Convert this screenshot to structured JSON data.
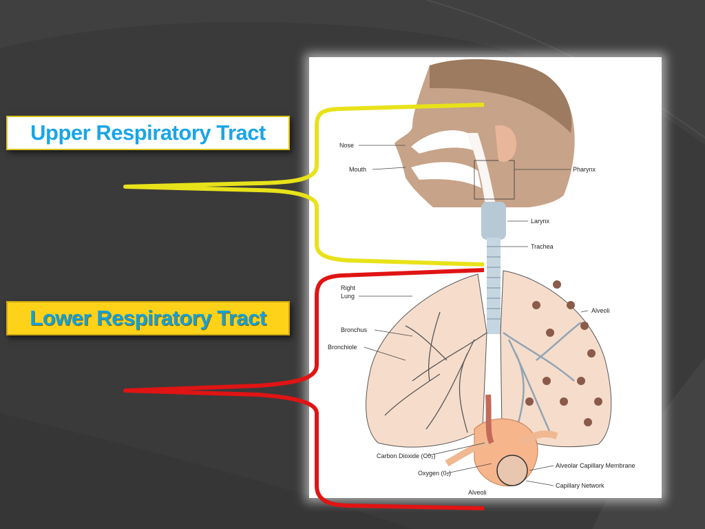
{
  "labels": {
    "upper": "Upper Respiratory Tract",
    "lower": "Lower Respiratory Tract"
  },
  "diagram_labels": {
    "nose": "Nose",
    "mouth": "Mouth",
    "pharynx": "Pharynx",
    "larynx": "Larynx",
    "trachea": "Trachea",
    "right_lung_line1": "Right",
    "right_lung_line2": "Lung",
    "alveoli_top": "Alveoli",
    "bronchus": "Bronchus",
    "bronchiole": "Bronchiole",
    "carbon_dioxide": "Carbon Dioxide (C0₂)",
    "oxygen": "Oxygen (0₂)",
    "alveolar_capillary_membrane": "Alveolar Capillary Membrane",
    "capillary_network": "Capillary Network",
    "alveoli_bottom": "Alveoli"
  },
  "colors": {
    "background": "#3b3b3b",
    "upper_brace": "#e8e21a",
    "lower_brace": "#e01414",
    "label_text": "#1aa5e6",
    "lower_box": "#ffd21a"
  }
}
